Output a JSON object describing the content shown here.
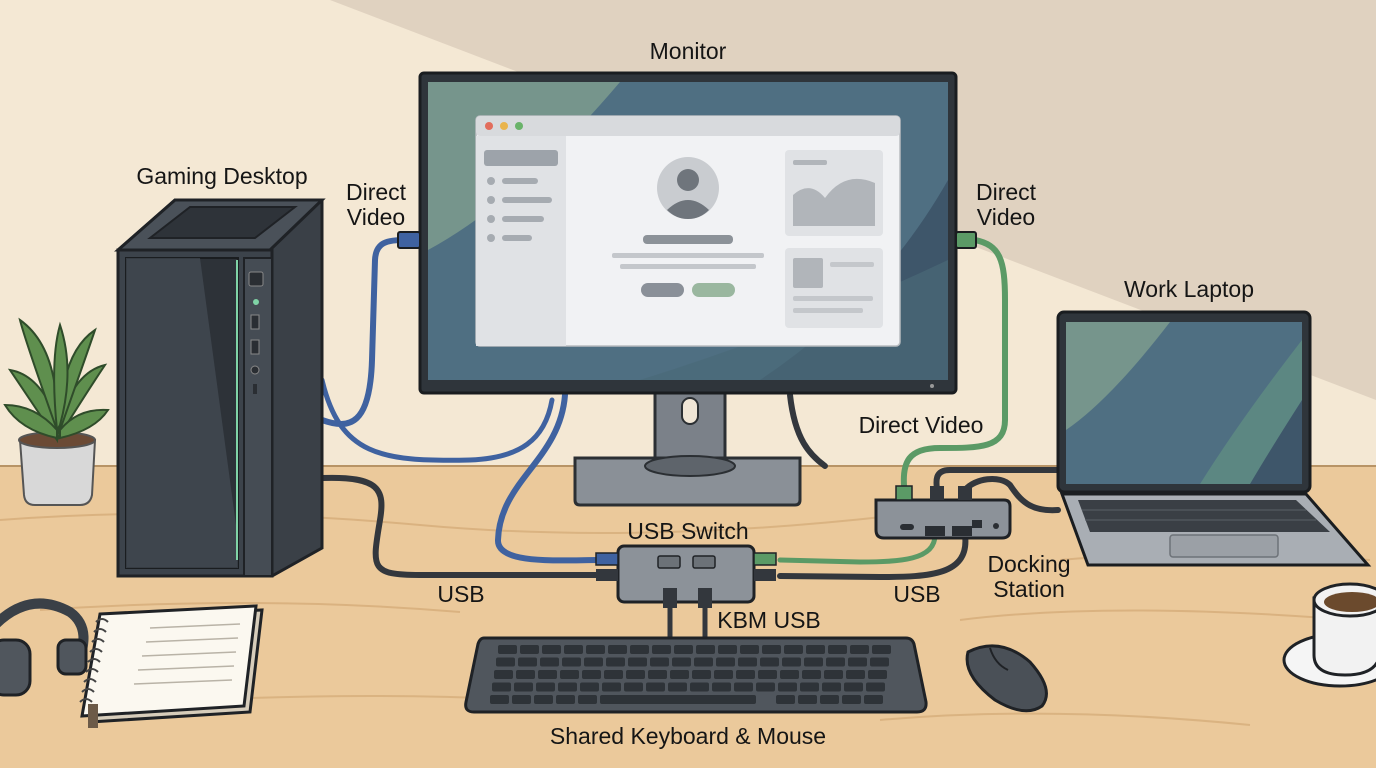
{
  "labels": {
    "monitor": "Monitor",
    "gaming_desktop": "Gaming Desktop",
    "direct_video_left_1": "Direct",
    "direct_video_left_2": "Video",
    "direct_video_right_1": "Direct",
    "direct_video_right_2": "Video",
    "work_laptop": "Work Laptop",
    "direct_video_dock": "Direct Video",
    "usb_switch": "USB Switch",
    "usb_left": "USB",
    "usb_right": "USB",
    "kbm_usb": "KBM USB",
    "docking_station_1": "Docking",
    "docking_station_2": "Station",
    "shared_kbm": "Shared Keyboard & Mouse"
  },
  "colors": {
    "wall": "#f3e7d2",
    "wall_shade": "#e0d1bf",
    "desk": "#e9c79a",
    "cable_blue": "#3f62a0",
    "cable_green": "#5b9a66",
    "cable_dark": "#33373d",
    "device_dark": "#3b4148",
    "screen_bg": "#4f6f82"
  }
}
